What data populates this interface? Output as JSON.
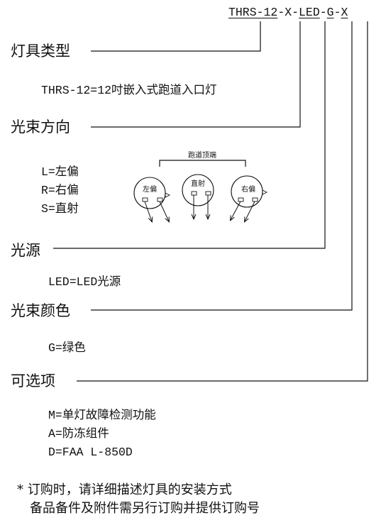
{
  "model_code": {
    "p1": "THRS-12",
    "d1": "-",
    "p2": "X",
    "d2": "-",
    "p3": "LED",
    "d3": "-",
    "p4": "G",
    "d4": "-",
    "p5": "X"
  },
  "sections": {
    "type": {
      "title": "灯具类型",
      "items": [
        "THRS-12=12吋嵌入式跑道入口灯"
      ]
    },
    "beam_direction": {
      "title": "光束方向",
      "items": [
        "L=左偏",
        "R=右偏",
        "S=直射"
      ]
    },
    "light_source": {
      "title": "光源",
      "items": [
        "LED=LED光源"
      ]
    },
    "beam_color": {
      "title": "光束颜色",
      "items": [
        "G=绿色"
      ]
    },
    "options": {
      "title": "可选项",
      "items": [
        "M=单灯故障检测功能",
        "A=防冻组件",
        "D=FAA L-850D"
      ]
    }
  },
  "diagram": {
    "runway_end": "跑道顶端",
    "left": "左偏",
    "straight": "直射",
    "right": "右偏"
  },
  "notes": [
    "* 订购时，请详细描述灯具的安装方式",
    "备品备件及附件需另行订购并提供订购号"
  ]
}
